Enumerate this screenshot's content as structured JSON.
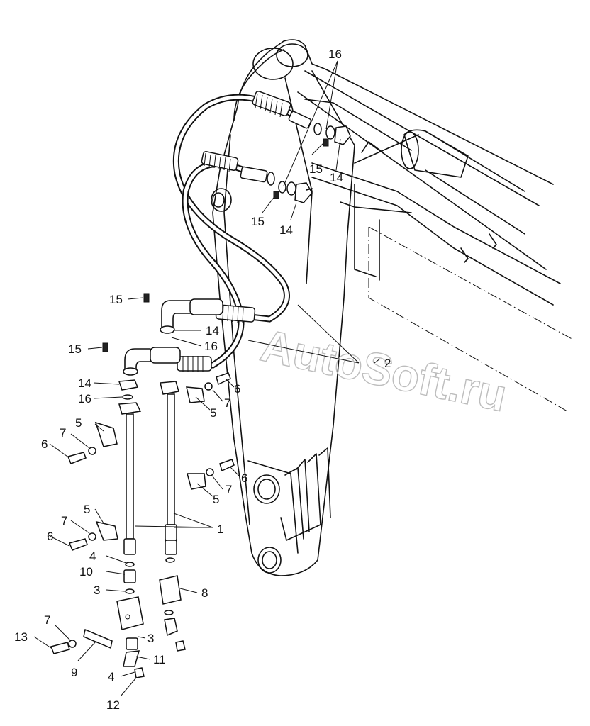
{
  "watermark": "AutoSoft.ru",
  "callouts": {
    "c1": "1",
    "c2": "2",
    "c3a": "3",
    "c3b": "3",
    "c4a": "4",
    "c4b": "4",
    "c5a": "5",
    "c5b": "5",
    "c5c": "5",
    "c5d": "5",
    "c6a": "6",
    "c6b": "6",
    "c6c": "6",
    "c6d": "6",
    "c7a": "7",
    "c7b": "7",
    "c7c": "7",
    "c7d": "7",
    "c7e": "7",
    "c8": "8",
    "c9": "9",
    "c10": "10",
    "c11": "11",
    "c12": "12",
    "c13": "13",
    "c14a": "14",
    "c14b": "14",
    "c14c": "14",
    "c14d": "14",
    "c15a": "15",
    "c15b": "15",
    "c15c": "15",
    "c15d": "15",
    "c16a": "16",
    "c16b": "16",
    "c16c": "16"
  }
}
